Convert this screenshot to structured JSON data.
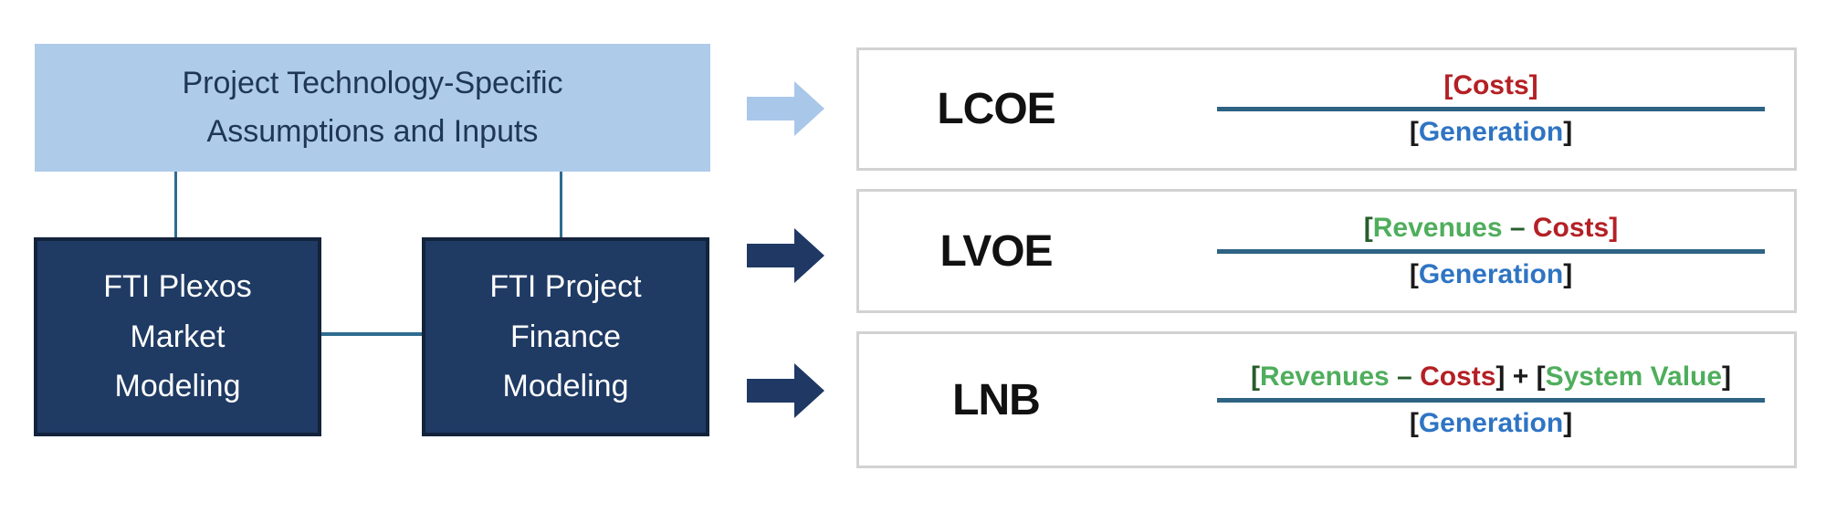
{
  "palette": {
    "red": "#B42025",
    "green": "#4FAE5C",
    "darkgreen": "#275D2B",
    "blue": "#2E74C4",
    "black": "#1A1A1A",
    "steel_blue_bar": "#2E6384",
    "connector_blue": "#2E6C8F",
    "navy_box_fill": "#1F3A63",
    "navy_box_border": "#13233C",
    "light_blue_fill": "#AECBEA",
    "arrow_light_blue": "#A9C7E9",
    "arrow_navy": "#1F3864",
    "formula_box_border": "#D2D2D2"
  },
  "diagram": {
    "top_box_text": "Project Technology-Specific\nAssumptions and Inputs",
    "market_box_text": "FTI Plexos\nMarket\nModeling",
    "finance_box_text": "FTI Project\nFinance\nModeling"
  },
  "formulas": [
    {
      "label": "LCOE",
      "arrow_color": "arrow_light_blue",
      "numerator": [
        {
          "t": "[Costs]",
          "c": "red"
        }
      ],
      "denominator": [
        {
          "t": "[",
          "c": "black"
        },
        {
          "t": "Generation",
          "c": "blue"
        },
        {
          "t": "]",
          "c": "black"
        }
      ]
    },
    {
      "label": "LVOE",
      "arrow_color": "arrow_navy",
      "numerator": [
        {
          "t": "[",
          "c": "darkgreen"
        },
        {
          "t": "Revenues",
          "c": "green"
        },
        {
          "t": " – ",
          "c": "darkgreen"
        },
        {
          "t": "Costs]",
          "c": "red"
        }
      ],
      "denominator": [
        {
          "t": "[",
          "c": "black"
        },
        {
          "t": "Generation",
          "c": "blue"
        },
        {
          "t": "]",
          "c": "black"
        }
      ]
    },
    {
      "label": "LNB",
      "arrow_color": "arrow_navy",
      "numerator": [
        {
          "t": "[",
          "c": "darkgreen"
        },
        {
          "t": "Revenues",
          "c": "green"
        },
        {
          "t": " – ",
          "c": "darkgreen"
        },
        {
          "t": "Costs",
          "c": "red"
        },
        {
          "t": "] + [",
          "c": "black"
        },
        {
          "t": "System Value",
          "c": "green"
        },
        {
          "t": "]",
          "c": "black"
        }
      ],
      "denominator": [
        {
          "t": "[",
          "c": "black"
        },
        {
          "t": "Generation",
          "c": "blue"
        },
        {
          "t": "]",
          "c": "black"
        }
      ]
    }
  ]
}
